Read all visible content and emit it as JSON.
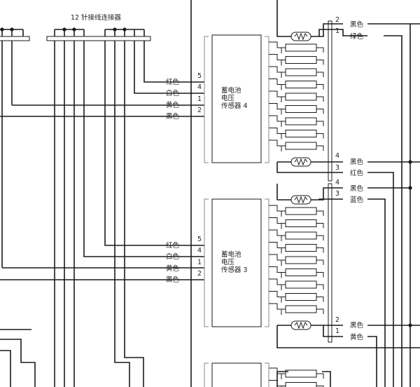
{
  "connector_title": "12 针接线连接器",
  "sensor4": {
    "label_lines": [
      "蓄电池",
      "电压",
      "传感器 4"
    ],
    "left_wires": [
      {
        "color": "红色",
        "pin": "5"
      },
      {
        "color": "白色",
        "pin": "4"
      },
      {
        "color": "黄色",
        "pin": "1"
      },
      {
        "color": "黑色",
        "pin": "2"
      }
    ],
    "right_wires": [
      {
        "color": "黑色",
        "pin": "2"
      },
      {
        "color": "绿色",
        "pin": "1"
      },
      {
        "color": "黑色",
        "pin": "4"
      },
      {
        "color": "红色",
        "pin": "3"
      }
    ]
  },
  "sensor3": {
    "label_lines": [
      "蓄电池",
      "电压",
      "传感器 3"
    ],
    "left_wires": [
      {
        "color": "红色",
        "pin": "5"
      },
      {
        "color": "白色",
        "pin": "4"
      },
      {
        "color": "黄色",
        "pin": "1"
      },
      {
        "color": "黑色",
        "pin": "2"
      }
    ],
    "right_wires": [
      {
        "color": "黑色",
        "pin": "4"
      },
      {
        "color": "蓝色",
        "pin": "3"
      },
      {
        "color": "黑色",
        "pin": "2"
      },
      {
        "color": "黄色",
        "pin": "1"
      }
    ]
  },
  "colors": {
    "wire": "#1a1a1a",
    "bracket": "#888888",
    "background": "#ffffff"
  },
  "icons": [
    "fuse-icon",
    "battery-cell-icon",
    "junction-dot-icon"
  ]
}
